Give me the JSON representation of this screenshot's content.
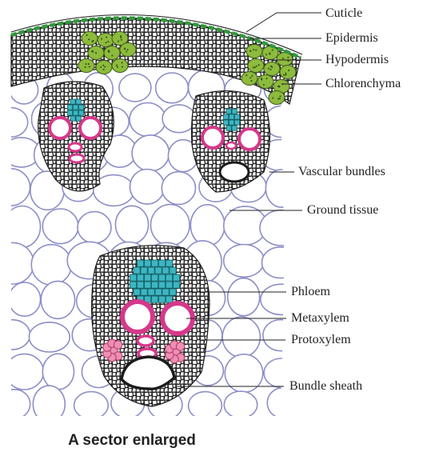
{
  "labels": {
    "cuticle": "Cuticle",
    "epidermis": "Epidermis",
    "hypodermis": "Hypodermis",
    "chlorenchyma": "Chlorenchyma",
    "vascular_bundles": "Vascular bundles",
    "ground_tissue": "Ground tissue",
    "phloem": "Phloem",
    "metaxylem": "Metaxylem",
    "protoxylem": "Protoxylem",
    "bundle_sheath": "Bundle sheath"
  },
  "caption": "A sector enlarged",
  "colors": {
    "cuticle": "#2f9a3a",
    "chlorenchyma": "#8dbb3d",
    "ground_cell_outline": "#8d8fc6",
    "phloem": "#3db6c2",
    "xylem_ring": "#d6388b",
    "protoxylem_fill": "#ef8fb4",
    "sclerenchyma": "#1c1c1c"
  }
}
